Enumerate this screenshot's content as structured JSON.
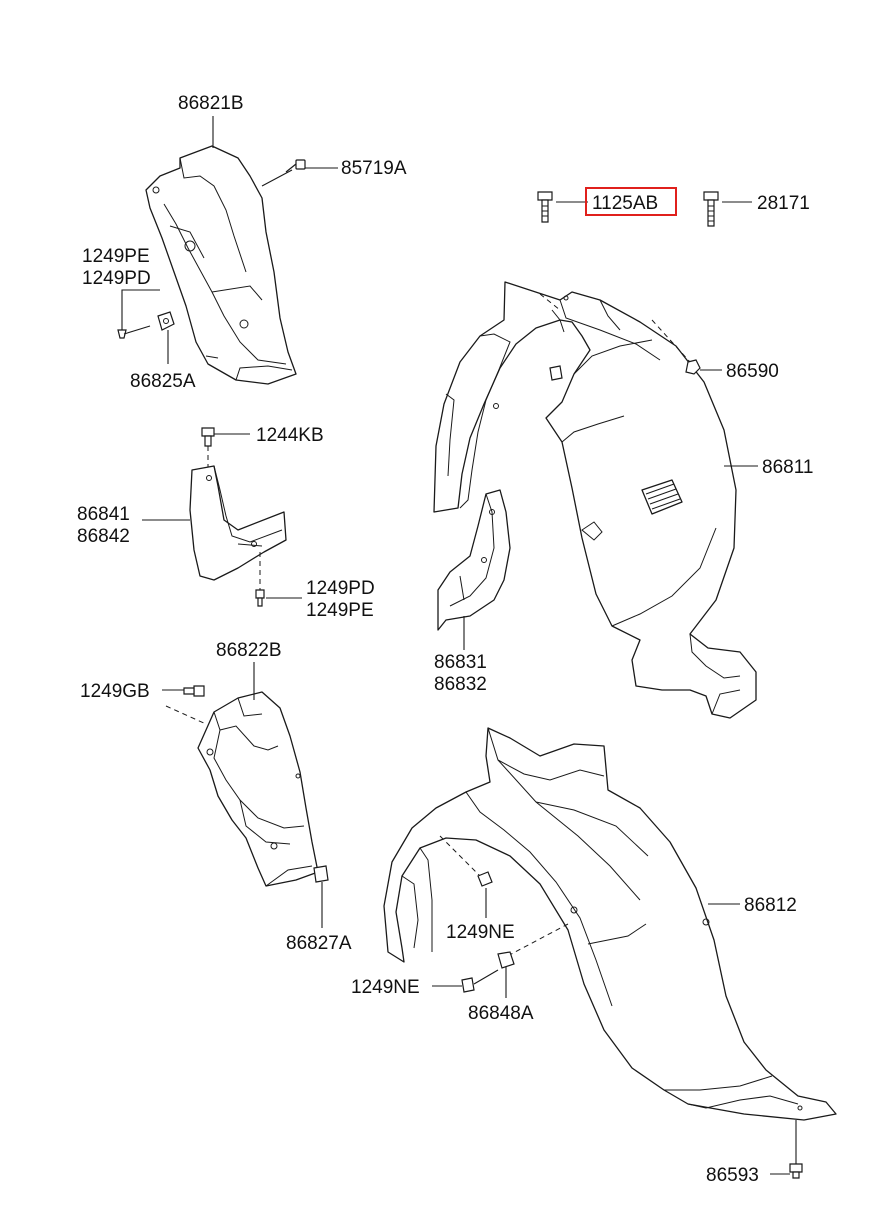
{
  "labels": {
    "p86821B": "86821B",
    "p85719A": "85719A",
    "p1249PE_a": "1249PE",
    "p1249PD_a": "1249PD",
    "p86825A": "86825A",
    "p1125AB": "1125AB",
    "p28171": "28171",
    "p86590": "86590",
    "p86811": "86811",
    "p1244KB": "1244KB",
    "p86841": "86841",
    "p86842": "86842",
    "p1249PD_b": "1249PD",
    "p1249PE_b": "1249PE",
    "p86831": "86831",
    "p86832": "86832",
    "p86822B": "86822B",
    "p1249GB": "1249GB",
    "p86827A": "86827A",
    "p1249NE_a": "1249NE",
    "p86812": "86812",
    "p1249NE_b": "1249NE",
    "p86848A": "86848A",
    "p86593": "86593"
  },
  "highlight": {
    "part": "1125AB",
    "color": "#e0201c"
  }
}
